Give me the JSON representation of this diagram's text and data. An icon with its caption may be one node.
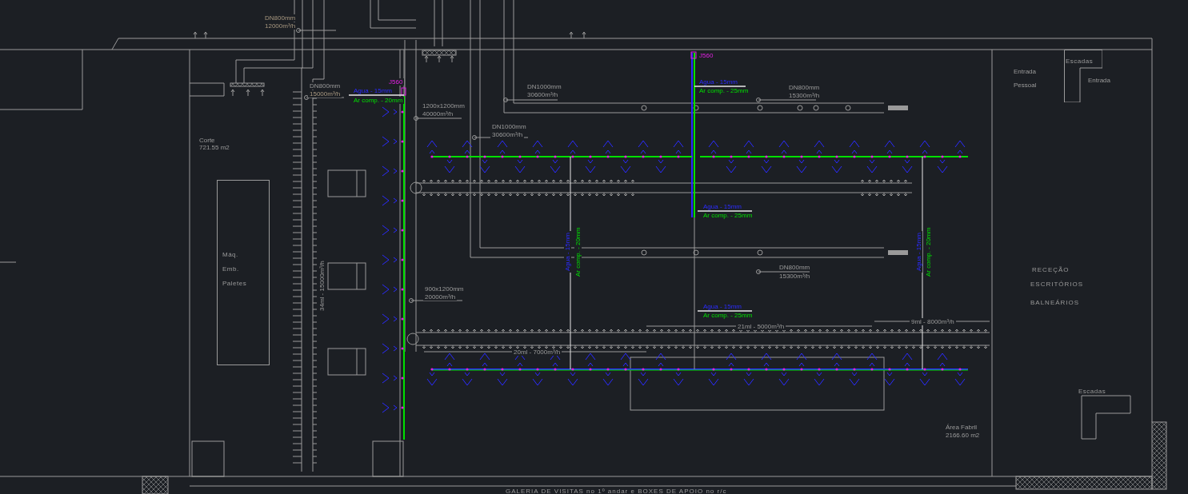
{
  "diagram": {
    "nodes": [
      {
        "text": [
          "Máq. Emb. Paletes"
        ]
      },
      {
        "text": [
          "Escadas"
        ]
      },
      {
        "text": [
          "Escadas"
        ]
      }
    ],
    "labels": [
      "DN800mm",
      "12000m³/h",
      "DN800mm",
      "15000m³/h",
      "J560",
      "Agua - 15mm",
      "Ar comp. - 20mm",
      "1200x1200mm",
      "40000m³/h",
      "DN1000mm",
      "30600m³/h",
      "Agua - 15mm",
      "Ar comp. - 25mm",
      "DN800mm",
      "15300m³/h",
      "J560",
      "Entrada",
      "Pessoal",
      "Entrada",
      "DN1000mm",
      "30600m³/h",
      "Corte",
      "721.55 m2",
      "Agua - 15mm",
      "Ar comp. - 25mm",
      "Agua - 15mm",
      "Ar comp. - 20mm",
      "Agua - 15mm",
      "Ar comp. - 20mm",
      "DN800mm",
      "15300m³/h",
      "RECEÇÃO",
      "ESCRITÓRIOS",
      "BALNEÁRIOS",
      "34ml - 15000m³/h",
      "900x1200mm",
      "20000m³/h",
      "Agua - 15mm",
      "Ar comp. - 25mm",
      "9ml - 8000m³/h",
      "21ml - 5000m³/h",
      "20ml - 7000m³/h",
      "Área Fabril",
      "2166.60 m2",
      "GALERIA DE VISITAS no 1º andar e BOXES DE APOIO no r/c"
    ]
  }
}
